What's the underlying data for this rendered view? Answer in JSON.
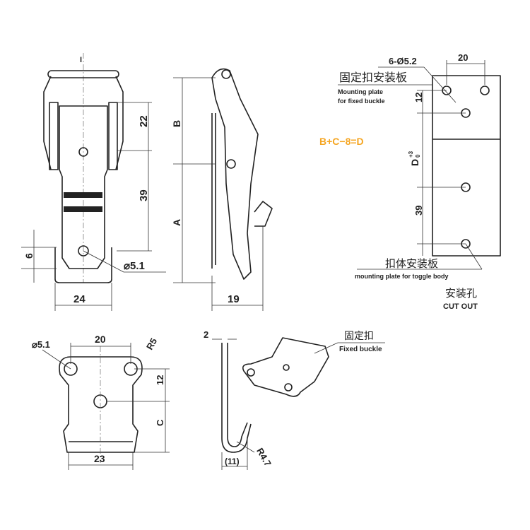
{
  "front_view": {
    "top_mark": "I",
    "dim_22": "22",
    "dim_39": "39",
    "dim_6": "6",
    "hole": "⌀5.1",
    "dim_24": "24"
  },
  "side_view": {
    "dim_b": "B",
    "dim_a": "A",
    "dim_19": "19"
  },
  "cutout": {
    "holes": "6-Ø5.2",
    "dim_20": "20",
    "dim_12": "12",
    "dim_d": "D",
    "tol_upper": "+3",
    "tol_lower": "0",
    "dim_39": "39",
    "fixed_plate_cn": "固定扣安装板",
    "fixed_plate_en1": "Mounting plate",
    "fixed_plate_en2": "for fixed buckle",
    "toggle_plate_cn": "扣体安装板",
    "toggle_plate_en": "mounting plate for toggle body",
    "title_cn": "安装孔",
    "title_en": "CUT OUT"
  },
  "formula": {
    "text": "B+C−8=D",
    "color": "#f5a623"
  },
  "buckle_view": {
    "hole": "⌀5.1",
    "dim_20": "20",
    "radius": "R5",
    "dim_12": "12",
    "dim_c": "C",
    "dim_23": "23"
  },
  "buckle_side": {
    "dim_2": "2",
    "dim_11": "(11)",
    "radius": "R4.7"
  },
  "buckle_iso": {
    "label_cn": "固定扣",
    "label_en": "Fixed buckle"
  }
}
